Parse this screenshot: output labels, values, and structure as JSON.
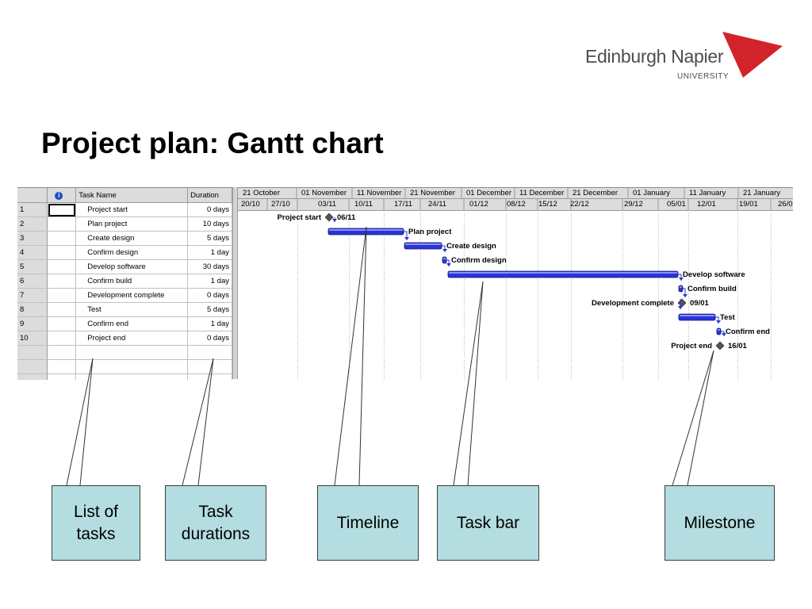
{
  "logo": {
    "name": "Edinburgh Napier",
    "sub": "UNIVERSITY"
  },
  "title": "Project plan: Gantt chart",
  "grid": {
    "headers": {
      "info": "i",
      "task_name": "Task Name",
      "duration": "Duration"
    },
    "rows": [
      {
        "id": "1",
        "name": "Project start",
        "duration": "0 days"
      },
      {
        "id": "2",
        "name": "Plan project",
        "duration": "10 days"
      },
      {
        "id": "3",
        "name": "Create design",
        "duration": "5 days"
      },
      {
        "id": "4",
        "name": "Confirm design",
        "duration": "1 day"
      },
      {
        "id": "5",
        "name": "Develop software",
        "duration": "30 days"
      },
      {
        "id": "6",
        "name": "Confirm build",
        "duration": "1 day"
      },
      {
        "id": "7",
        "name": "Development complete",
        "duration": "0 days"
      },
      {
        "id": "8",
        "name": "Test",
        "duration": "5 days"
      },
      {
        "id": "9",
        "name": "Confirm end",
        "duration": "1 day"
      },
      {
        "id": "10",
        "name": "Project end",
        "duration": "0 days"
      }
    ]
  },
  "timeline": {
    "major": [
      "21 October",
      "01 November",
      "11 November",
      "21 November",
      "01 December",
      "11 December",
      "21 December",
      "01 January",
      "11 January",
      "21 January"
    ],
    "minor": [
      "20/10",
      "27/10",
      "03/11",
      "10/11",
      "17/11",
      "24/11",
      "01/12",
      "08/12",
      "15/12",
      "22/12",
      "29/12",
      "05/01",
      "12/01",
      "19/01",
      "26/0"
    ]
  },
  "chart_data": {
    "type": "gantt",
    "tasks": [
      {
        "name": "Project start",
        "kind": "milestone",
        "date": "06/11",
        "label": "Project start",
        "date_label": "06/11"
      },
      {
        "name": "Plan project",
        "kind": "task",
        "start": "06/11",
        "duration_days": 10,
        "label": "Plan project"
      },
      {
        "name": "Create design",
        "kind": "task",
        "duration_days": 5,
        "label": "Create design"
      },
      {
        "name": "Confirm design",
        "kind": "task",
        "duration_days": 1,
        "label": "Confirm design"
      },
      {
        "name": "Develop software",
        "kind": "task",
        "duration_days": 30,
        "label": "Develop software"
      },
      {
        "name": "Confirm build",
        "kind": "task",
        "duration_days": 1,
        "label": "Confirm build"
      },
      {
        "name": "Development complete",
        "kind": "milestone",
        "date": "09/01",
        "label": "Development complete",
        "date_label": "09/01"
      },
      {
        "name": "Test",
        "kind": "task",
        "duration_days": 5,
        "label": "Test"
      },
      {
        "name": "Confirm end",
        "kind": "task",
        "duration_days": 1,
        "label": "Confirm end"
      },
      {
        "name": "Project end",
        "kind": "milestone",
        "date": "16/01",
        "label": "Project end",
        "date_label": "16/01"
      }
    ]
  },
  "callouts": {
    "tasks": "List of tasks",
    "durations": "Task durations",
    "timeline": "Timeline",
    "taskbar": "Task bar",
    "milestone": "Milestone"
  },
  "colors": {
    "bar": "#2a34d8",
    "bar_light": "#8a94ff",
    "milestone": "#555555",
    "callout_fill": "#b3dde0",
    "accent": "#d2232a"
  }
}
